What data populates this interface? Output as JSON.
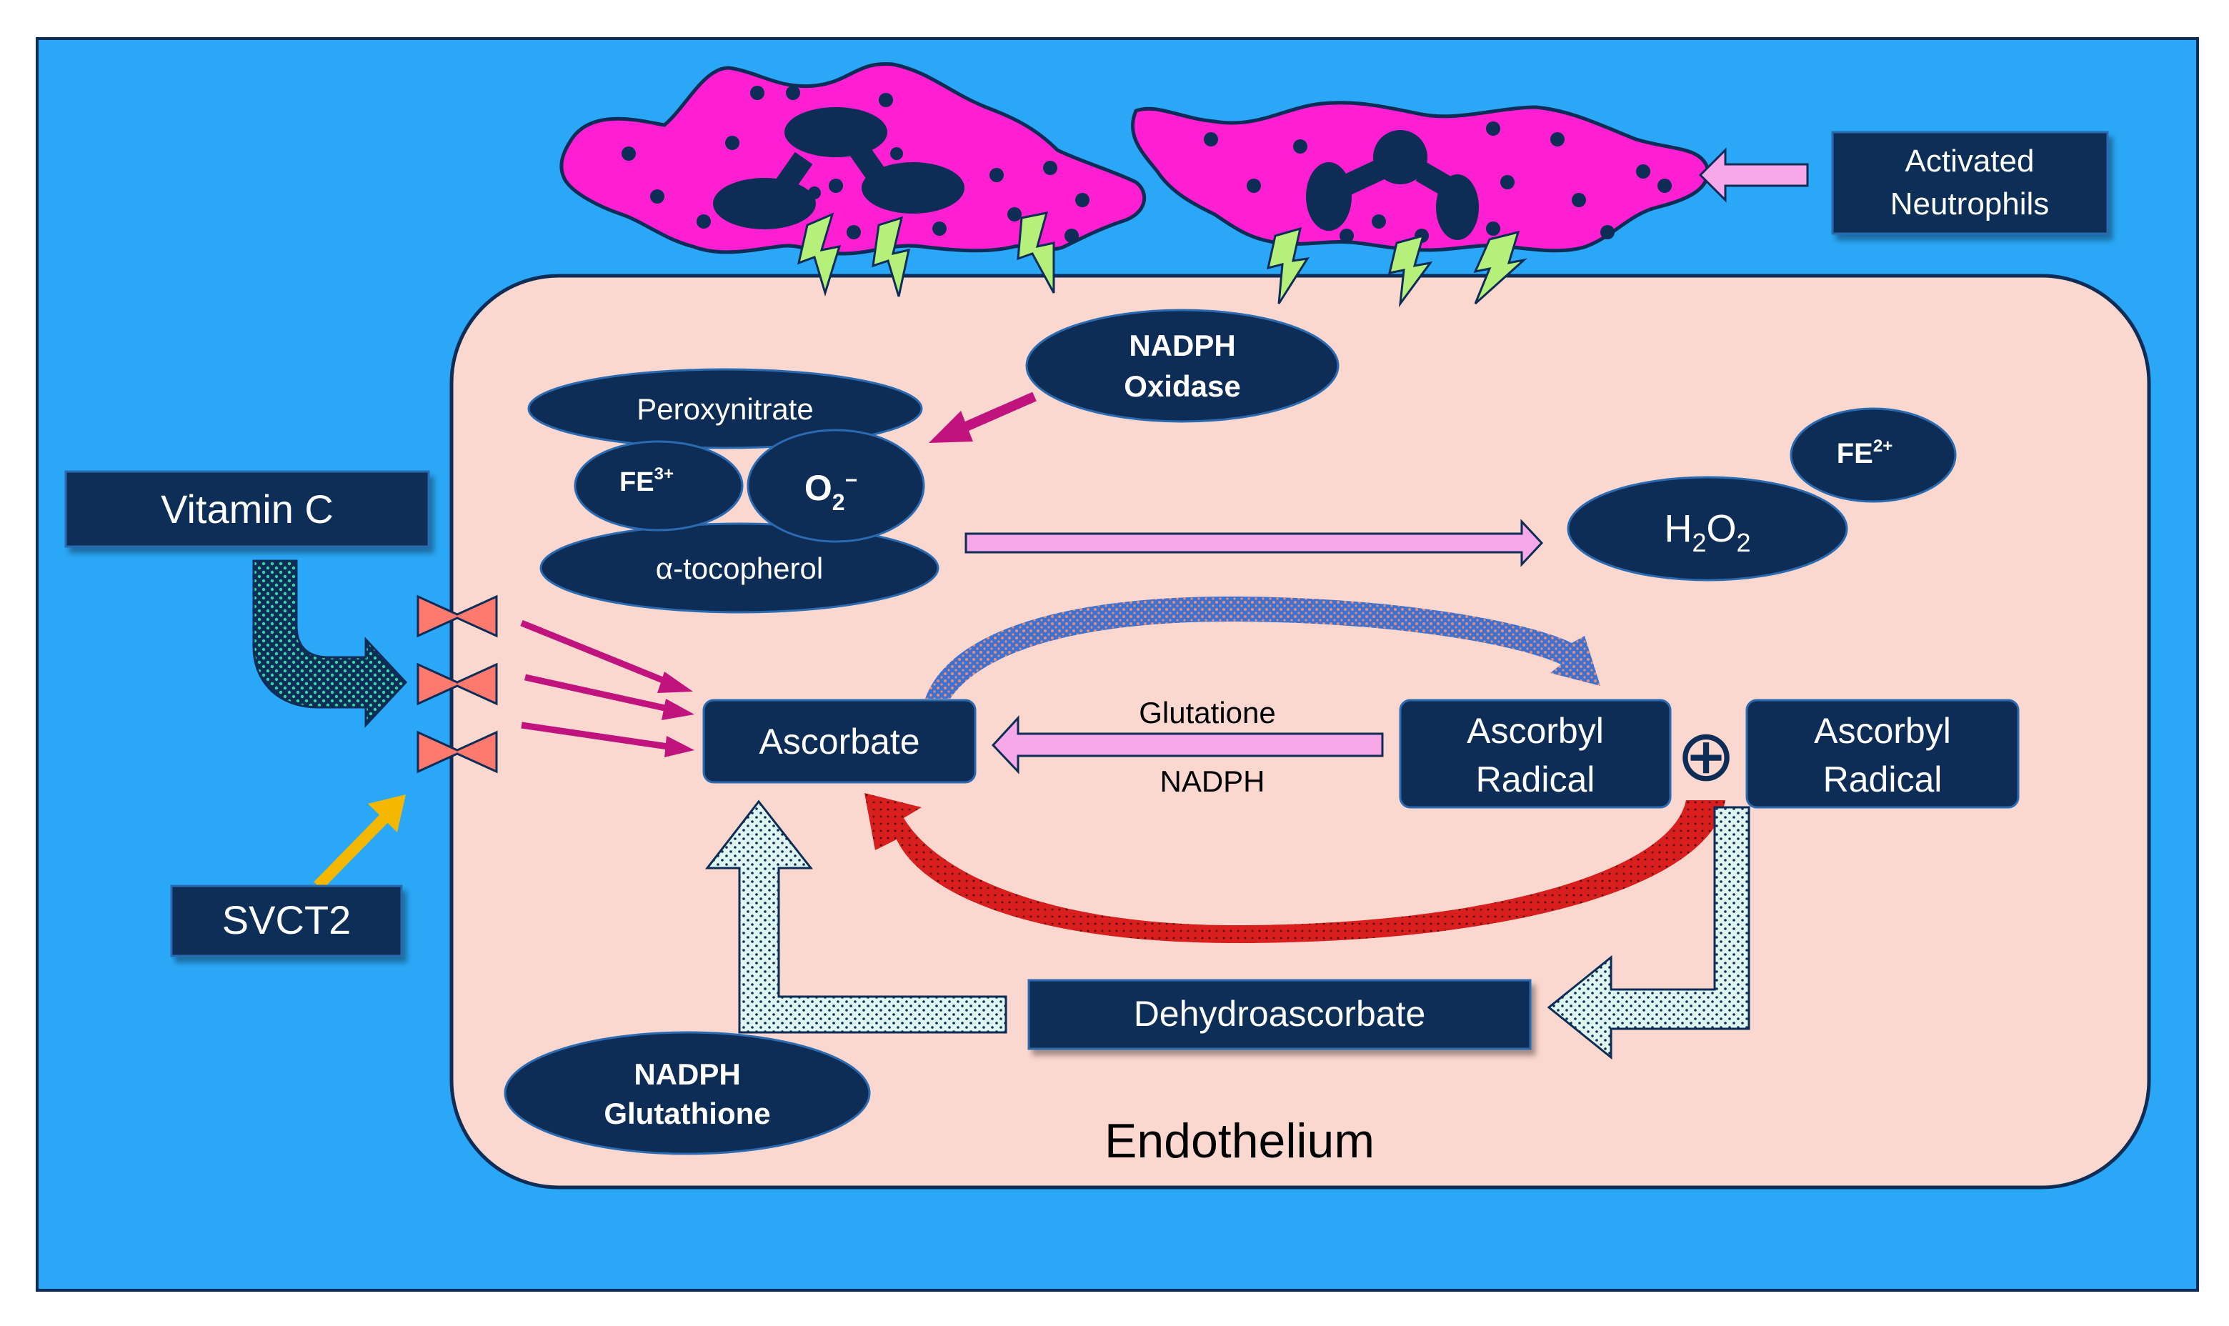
{
  "labels": {
    "activated_neutrophils": [
      "Activated",
      "Neutrophils"
    ],
    "nadph_oxidase": [
      "NADPH",
      "Oxidase"
    ],
    "peroxynitrate": "Peroxynitrate",
    "fe3": {
      "base": "FE",
      "sup": "3+"
    },
    "o2": {
      "base": "O",
      "sub": "2",
      "sup": "−"
    },
    "tocopherol": "α-tocopherol",
    "fe2": {
      "base": "FE",
      "sup": "2+"
    },
    "h2o2": {
      "h": "H",
      "sub1": "2",
      "o": "O",
      "sub2": "2"
    },
    "vitamin_c": "Vitamin C",
    "svct2": "SVCT2",
    "ascorbate": "Ascorbate",
    "glutatione": "Glutatione",
    "nadph": "NADPH",
    "ascorbyl_radical_1": [
      "Ascorbyl",
      "Radical"
    ],
    "ascorbyl_radical_2": [
      "Ascorbyl",
      "Radical"
    ],
    "plus_symbol": "⊕",
    "dehydroascorbate": "Dehydroascorbate",
    "nadph_glutathione": [
      "NADPH",
      "Glutathione"
    ],
    "endothelium": "Endothelium"
  },
  "colors": {
    "background": "#2aa8f7",
    "cell": "#fbd8cf",
    "navy": "#0d2d57",
    "neutrophil": "#ff1fd3",
    "magenta_arrow": "#c0137e",
    "pink_arrow": "#f7a8e8",
    "red_arrow": "#d91e1e",
    "blue_arrow": "#3b72d4",
    "green_dots": "#2fd9a6",
    "pale_dots": "#dff6f0",
    "yellow_arrow": "#f5b800",
    "lightning": "#b5f07a",
    "bowtie": "#ff7a6e"
  }
}
